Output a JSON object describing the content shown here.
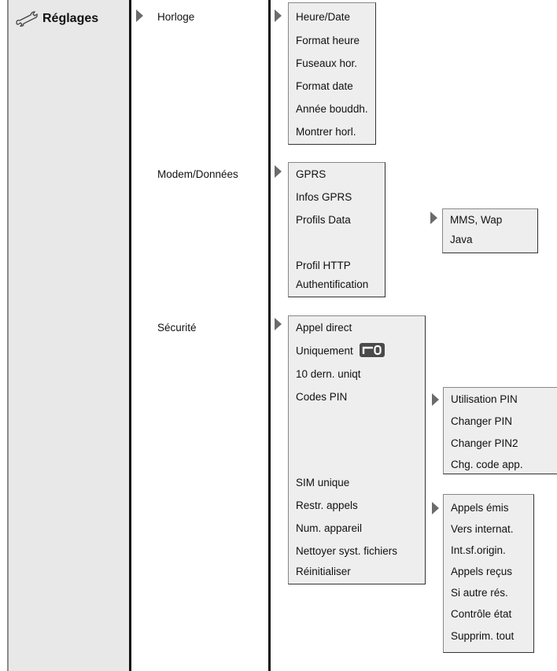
{
  "settings": {
    "title": "Réglages",
    "icon": "wrench-icon"
  },
  "level1": [
    "Horloge",
    "Modem/Données",
    "Sécurité"
  ],
  "horloge": [
    "Heure/Date",
    "Format heure",
    "Fuseaux hor.",
    "Format date",
    "Année bouddh.",
    "Montrer horl."
  ],
  "modem": [
    "GPRS",
    "Infos GPRS",
    "Profils Data",
    "Profil HTTP",
    "Authentification"
  ],
  "profils_data": [
    "MMS, Wap",
    "Java"
  ],
  "securite": [
    "Appel direct",
    "Uniquement",
    "10 dern. uniqt",
    "Codes PIN",
    "SIM unique",
    "Restr. appels",
    "Num. appareil",
    "Nettoyer syst. fichiers",
    "Réinitialiser"
  ],
  "codes_pin": [
    "Utilisation PIN",
    "Changer PIN",
    "Changer PIN2",
    "Chg. code app."
  ],
  "restr_appels": [
    "Appels émis",
    "Vers internat.",
    "Int.sf.origin.",
    "Appels reçus",
    "Si autre rés.",
    "Contrôle état",
    "Supprim. tout"
  ]
}
